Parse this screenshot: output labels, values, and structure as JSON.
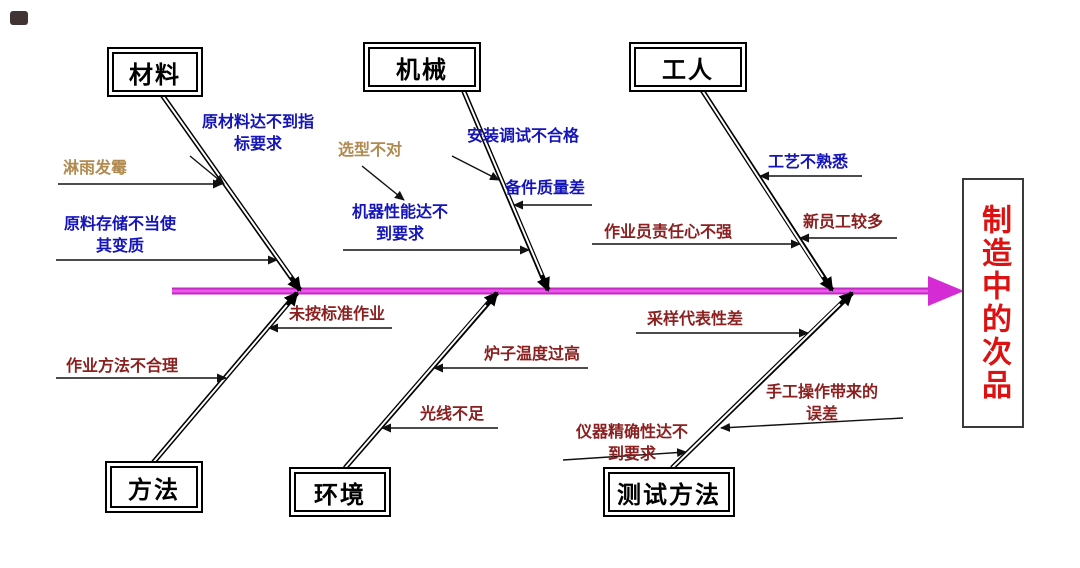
{
  "palette": {
    "spine_magenta": "#d42bd4",
    "cause_blue": "#1414b8",
    "cause_dark_red": "#8b2020",
    "cause_olive": "#b08a4f",
    "effect_red": "#dd1111",
    "bone_black": "#000000"
  },
  "effect": {
    "label": "制造中的次品"
  },
  "categories": {
    "materials": "材料",
    "machinery": "机械",
    "workers": "工人",
    "method": "方法",
    "environment": "环境",
    "testing": "测试方法"
  },
  "causes": {
    "materials": [
      {
        "text": "原材料达不到指\n标要求"
      },
      {
        "text": "淋雨发霉"
      },
      {
        "text": "原料存储不当使\n其变质"
      }
    ],
    "machinery": [
      {
        "text": "安装调试不合格"
      },
      {
        "text": "选型不对"
      },
      {
        "text": "备件质量差"
      },
      {
        "text": "机器性能达不\n到要求"
      }
    ],
    "workers": [
      {
        "text": "工艺不熟悉"
      },
      {
        "text": "新员工较多"
      },
      {
        "text": "作业员责任心不强"
      }
    ],
    "method": [
      {
        "text": "未按标准作业"
      },
      {
        "text": "作业方法不合理"
      }
    ],
    "environment": [
      {
        "text": "炉子温度过高"
      },
      {
        "text": "光线不足"
      }
    ],
    "testing": [
      {
        "text": "采样代表性差"
      },
      {
        "text": "手工操作带来的\n误差"
      },
      {
        "text": "仪器精确性达不\n到要求"
      }
    ]
  }
}
